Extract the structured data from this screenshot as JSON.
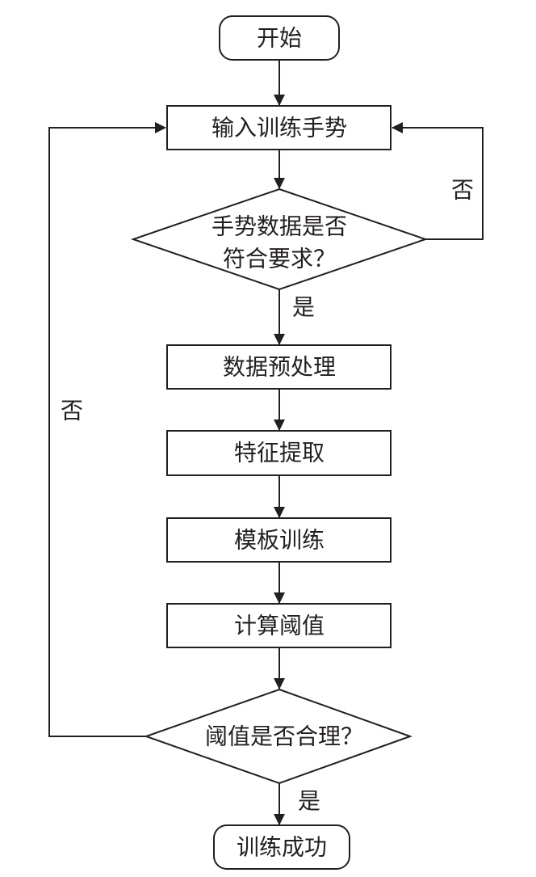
{
  "flowchart": {
    "nodes": {
      "start": "开始",
      "input_gesture": "输入训练手势",
      "check_data_line1": "手势数据是否",
      "check_data_line2": "符合要求？",
      "preprocess": "数据预处理",
      "feature_extract": "特征提取",
      "template_train": "模板训练",
      "compute_threshold": "计算阈值",
      "check_threshold": "阈值是否合理？",
      "success": "训练成功"
    },
    "edges": {
      "data_no": "否",
      "data_yes": "是",
      "threshold_no": "否",
      "threshold_yes": "是"
    }
  }
}
